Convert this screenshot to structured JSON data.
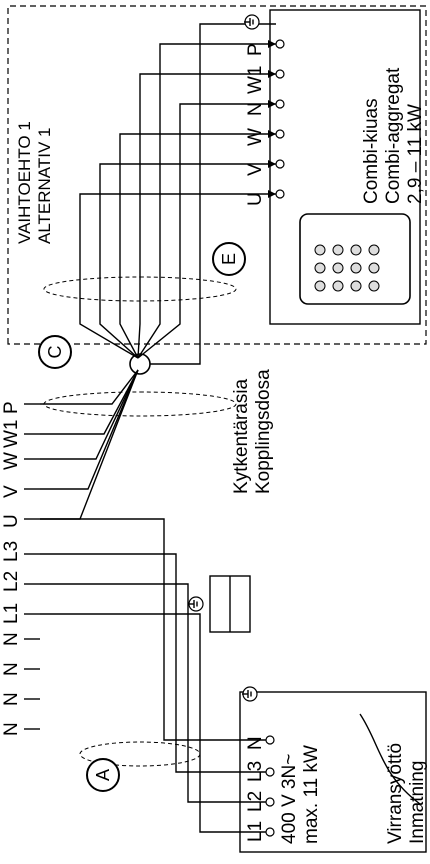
{
  "alternative_box": {
    "title_fi": "VAIHTOEHTO 1",
    "title_sv": "ALTERNATIV 1",
    "terminals": [
      "U",
      "V",
      "W",
      "N",
      "W1",
      "P"
    ],
    "unit_fi": "Combi-kiuas",
    "unit_sv": "Combi-aggregat",
    "unit_power": "2,9 – 11 kW"
  },
  "supply_box": {
    "terminals": [
      "L1",
      "L2",
      "L3",
      "N"
    ],
    "voltage": "400 V 3N~",
    "power": "max. 11 kW",
    "caption_fi": "Virransyöttö",
    "caption_sv": "Inmatning"
  },
  "junction": {
    "label_fi": "Kytkentärasia",
    "label_sv": "Kopplingsdosa"
  },
  "controller_terminals": [
    "N",
    "N",
    "N",
    "N",
    "L1",
    "L2",
    "L3",
    "U",
    "V",
    "W",
    "W1",
    "P"
  ],
  "callouts": [
    "A",
    "C",
    "E"
  ],
  "icons": [
    "ground-symbol",
    "sauna-heater-illustration",
    "cable-illustration"
  ]
}
